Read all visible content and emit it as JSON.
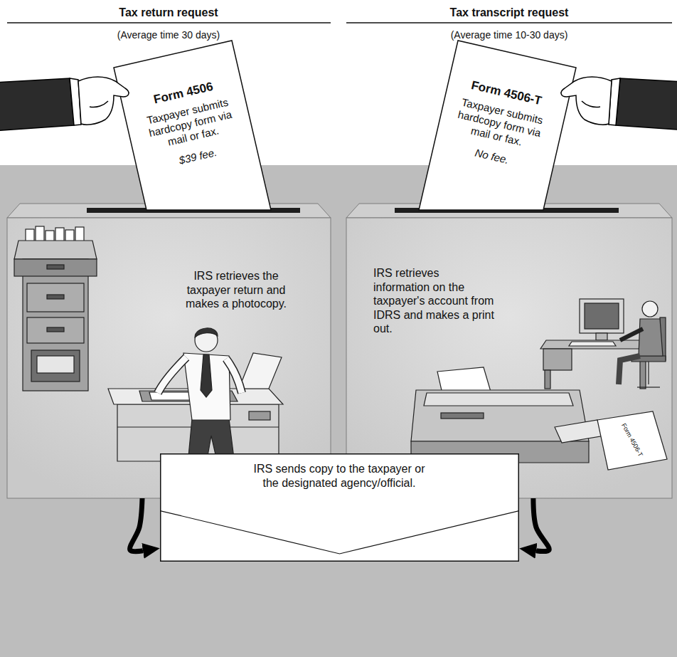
{
  "diagram": {
    "nodes": [
      {
        "text": [
          "Form 4506",
          "Taxpayer submits hardcopy form via mail or fax.",
          "$39 fee."
        ]
      },
      {
        "text": [
          "Form 4506-T",
          "Taxpayer submits hardcopy form via mail or fax.",
          "No fee."
        ]
      },
      {
        "text": [
          "IRS retrieves the taxpayer return and makes a photocopy."
        ]
      },
      {
        "text": [
          "IRS retrieves information on the taxpayer's account from IDRS and makes a print out."
        ]
      },
      {
        "text": [
          "IRS sends copy to the taxpayer or the designated agency/official."
        ]
      }
    ],
    "edges": [
      {
        "from": 2,
        "to": 4,
        "arrow": "to"
      },
      {
        "from": 3,
        "to": 4,
        "arrow": "to"
      }
    ],
    "labels": [
      "Tax return request",
      "(Average time 30 days)",
      "Tax transcript request",
      "(Average time 10-30 days)",
      "Form 4506-T"
    ]
  }
}
